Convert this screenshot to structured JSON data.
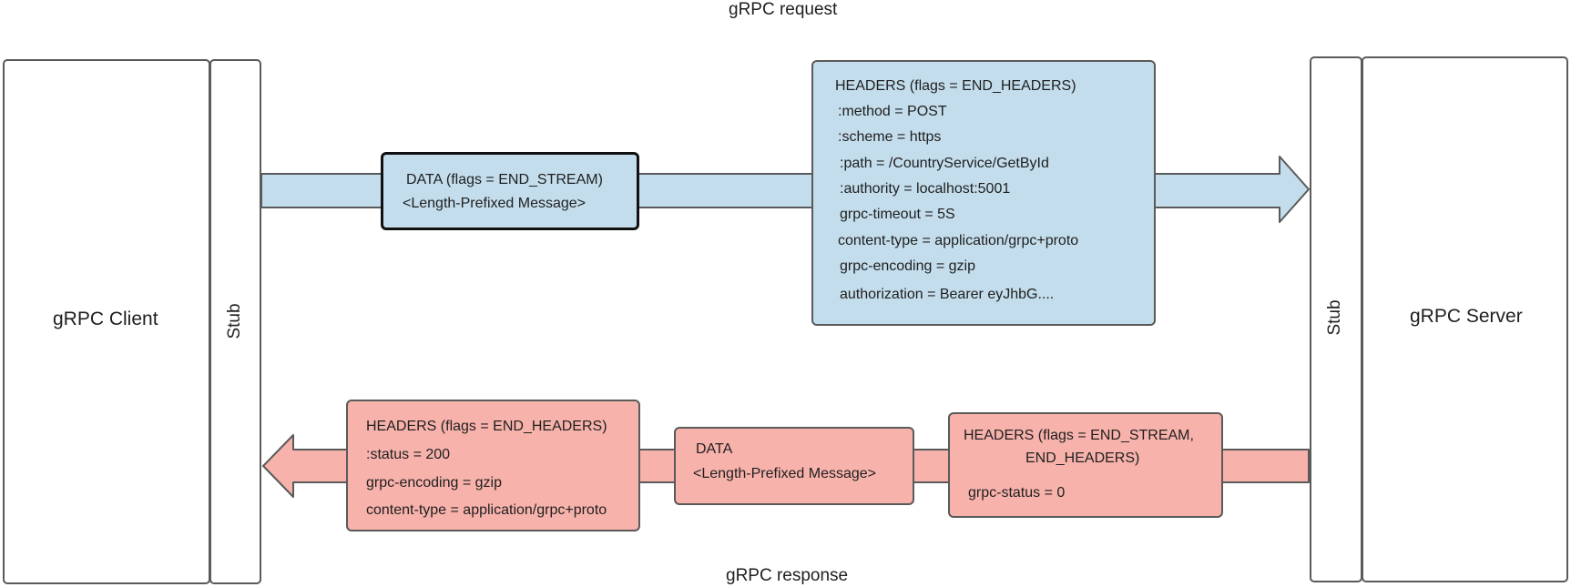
{
  "captions": {
    "request": "gRPC request",
    "response": "gRPC response"
  },
  "client": {
    "label": "gRPC Client",
    "stub_label": "Stub"
  },
  "server": {
    "label": "gRPC Server",
    "stub_label": "Stub"
  },
  "request": {
    "data_frame": {
      "lines": [
        "DATA (flags = END_STREAM)",
        "<Length-Prefixed Message>"
      ]
    },
    "headers_frame": {
      "lines": [
        "HEADERS (flags = END_HEADERS)",
        ":method = POST",
        ":scheme = https",
        ":path = /CountryService/GetById",
        ":authority = localhost:5001",
        "grpc-timeout = 5S",
        "content-type = application/grpc+proto",
        "grpc-encoding = gzip",
        "authorization = Bearer eyJhbG...."
      ]
    }
  },
  "response": {
    "headers_frame": {
      "lines": [
        "HEADERS (flags = END_HEADERS)",
        ":status = 200",
        "grpc-encoding = gzip",
        "content-type = application/grpc+proto"
      ]
    },
    "data_frame": {
      "lines": [
        "DATA",
        "<Length-Prefixed Message>"
      ]
    },
    "trailers_frame": {
      "lines": [
        "HEADERS (flags = END_STREAM,",
        "END_HEADERS)",
        "grpc-status = 0"
      ]
    }
  },
  "colors": {
    "request_fill": "#c3ddec",
    "response_fill": "#f7b2ab",
    "border": "#5a5a5a"
  }
}
